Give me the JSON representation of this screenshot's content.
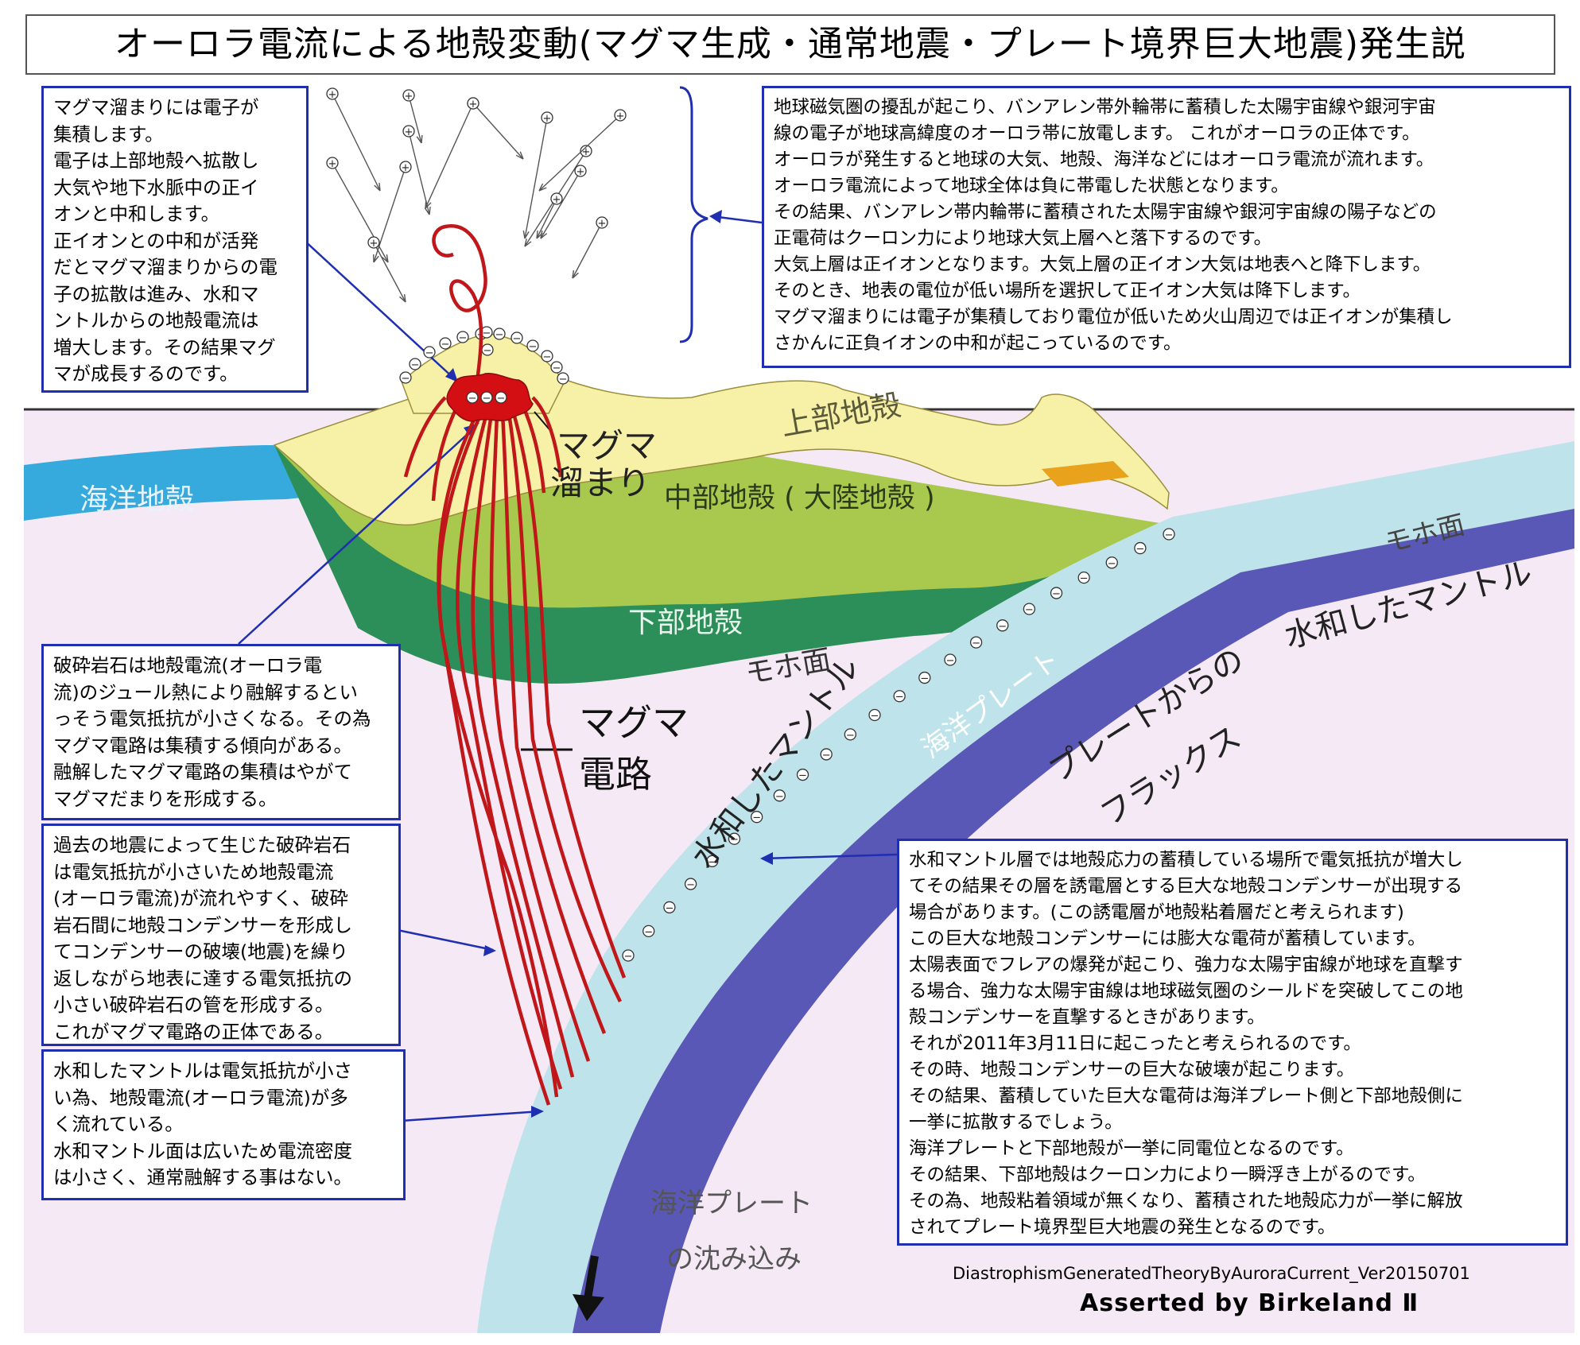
{
  "title": "オーロラ電流による地殻変動(マグマ生成・通常地震・プレート境界巨大地震)発生説",
  "boxes": {
    "magma_chamber": "マグマ溜まりには電子が\n集積します。\n電子は上部地殻へ拡散し\n大気や地下水脈中の正イ\nオンと中和します。\n正イオンとの中和が活発\nだとマグマ溜まりからの電\n子の拡散は進み、水和マ\nントルからの地殻電流は\n増大します。その結果マグ\nマが成長するのです。",
    "aurora": "地球磁気圏の擾乱が起こり、バンアレン帯外輪帯に蓄積した太陽宇宙線や銀河宇宙\n線の電子が地球高緯度のオーロラ帯に放電します。 これがオーロラの正体です。\nオーロラが発生すると地球の大気、地殻、海洋などにはオーロラ電流が流れます。\nオーロラ電流によって地球全体は負に帯電した状態となります。\nその結果、バンアレン帯内輪帯に蓄積された太陽宇宙線や銀河宇宙線の陽子などの\n正電荷はクーロン力により地球大気上層へと落下するのです。\n大気上層は正イオンとなります。大気上層の正イオン大気は地表へと降下します。\nそのとき、地表の電位が低い場所を選択して正イオン大気は降下します。\nマグマ溜まりには電子が集積しており電位が低いため火山周辺では正イオンが集積し\nさかんに正負イオンの中和が起こっているのです。",
    "rock_melting": "破砕岩石は地殻電流(オーロラ電\n流)のジュール熱により融解するとい\nっそう電気抵抗が小さくなる。その為\nマグマ電路は集積する傾向がある。\n融解したマグマ電路の集積はやがて\nマグマだまりを形成する。",
    "fractured_rock": "過去の地震によって生じた破砕岩石\nは電気抵抗が小さいため地殻電流\n(オーロラ電流)が流れやすく、破砕\n岩石間に地殻コンデンサーを形成し\nてコンデンサーの破壊(地震)を繰り\n返しながら地表に達する電気抵抗の\n小さい破砕岩石の管を形成する。\nこれがマグマ電路の正体である。",
    "hydrated_mantle": "水和したマントルは電気抵抗が小さ\nい為、地殻電流(オーロラ電流)が多\nく流れている。\n水和マントル面は広いため電流密度\nは小さく、通常融解する事はない。",
    "megaquake": "水和マントル層では地殻応力の蓄積している場所で電気抵抗が増大し\nてその結果その層を誘電層とする巨大な地殻コンデンサーが出現する\n場合があります。(この誘電層が地殻粘着層だと考えられます)\nこの巨大な地殻コンデンサーには膨大な電荷が蓄積しています。\n太陽表面でフレアの爆発が起こり、強力な太陽宇宙線が地球を直撃す\nる場合、強力な太陽宇宙線は地球磁気圏のシールドを突破してこの地\n殻コンデンサーを直撃するときがあります。\nそれが2011年3月11日に起こったと考えられるのです。\nその時、地殻コンデンサーの巨大な破壊が起こります。\nその結果、蓄積していた巨大な電荷は海洋プレート側と下部地殻側に\n一挙に拡散するでしょう。\n海洋プレートと下部地殻が一挙に同電位となるのです。\nその結果、下部地殻はクーロン力により一瞬浮き上がるのです。\nその為、地殻粘着領域が無くなり、蓄積された地殻応力が一挙に解放\nされてプレート境界型巨大地震の発生となるのです。"
  },
  "labels": {
    "upper_crust": "上部地殻",
    "magma_chamber_l1": "マグマ",
    "magma_chamber_l2": "溜まり",
    "middle_crust": "中部地殻 ( 大陸地殻 )",
    "oceanic_crust": "海洋地殻",
    "lower_crust": "下部地殻",
    "moho_left": "モホ面",
    "moho_right": "モホ面",
    "hydrated_mantle_right": "水和したマントル",
    "hydrated_mantle_slab": "水和したマントル",
    "oceanic_plate": "海洋プレート",
    "flux_l1": "プレートからの",
    "flux_l2": "フラックス",
    "magma_circuit_l1": "マグマ",
    "magma_circuit_l2": "電路",
    "subduction_l1": "海洋プレート",
    "subduction_l2": "の沈み込み"
  },
  "charge_symbols": {
    "positive": "+",
    "negative": "−"
  },
  "footer": {
    "version": "DiastrophismGeneratedTheoryByAuroraCurrent_Ver20150701",
    "author": "Asserted by Birkeland Ⅱ"
  },
  "colors": {
    "box_border": "#1f2fb0",
    "current": "#c0171a",
    "upper_crust": "#f7f1a8",
    "middle_crust": "#a9c84e",
    "lower_crust": "#2c8f5a",
    "ocean_crust": "#36a9dd",
    "hydrated_mantle": "#bfe3ea",
    "slab": "#5a58b6",
    "mantle_bg": "#f6e9f6"
  }
}
